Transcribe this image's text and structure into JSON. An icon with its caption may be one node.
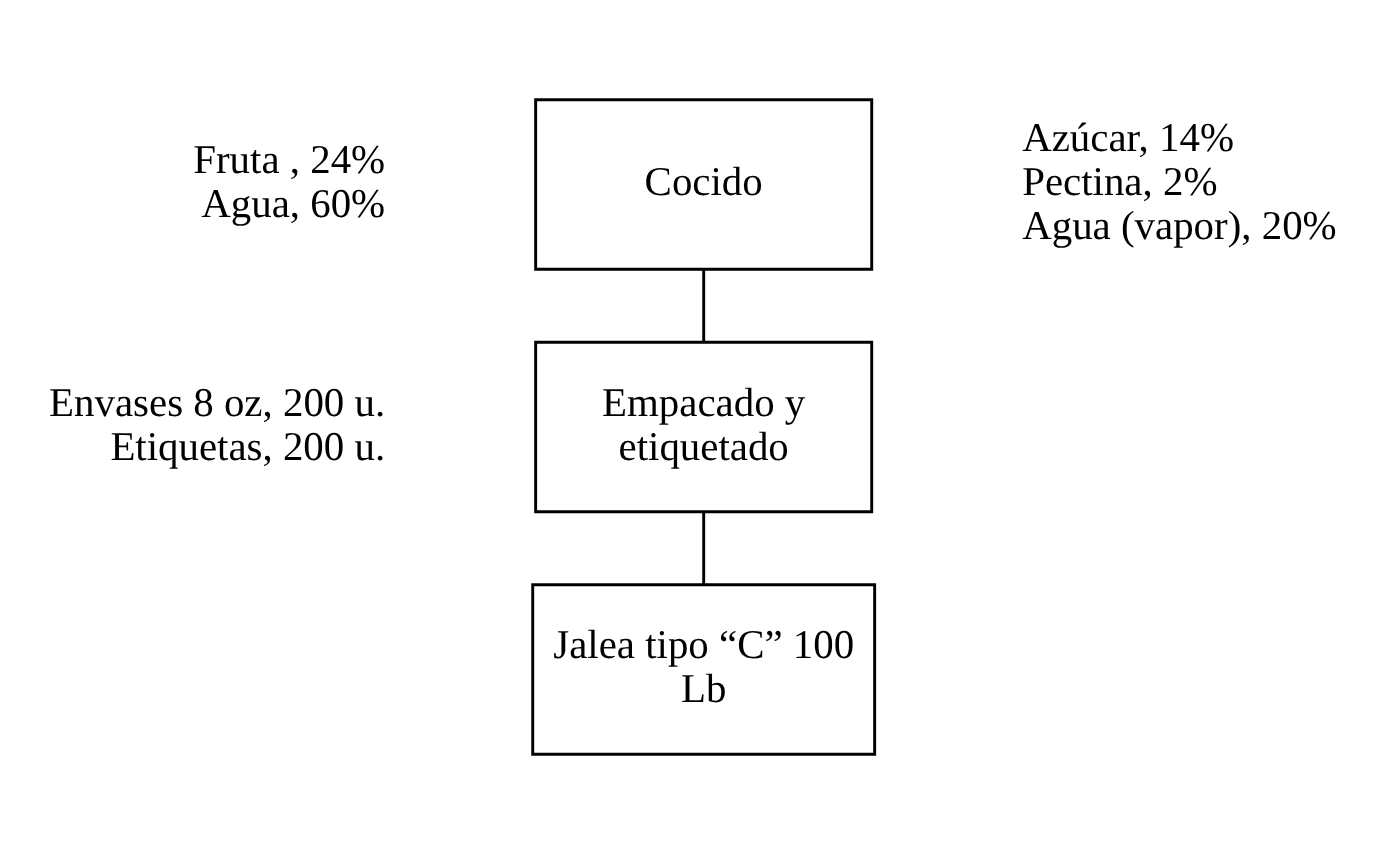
{
  "diagram": {
    "nodes": [
      {
        "text": [
          "Cocido"
        ],
        "beside": [
          "Fruta , 24%",
          "Agua, 60%",
          "Azúcar, 14%",
          "Pectina, 2%",
          "Agua (vapor), 20%"
        ]
      },
      {
        "text": [
          "Empacado y etiquetado"
        ],
        "beside": [
          "Envases 8 oz, 200 u.",
          "Etiquetas, 200 u."
        ]
      },
      {
        "text": [
          "Jalea tipo “C” 100 Lb"
        ]
      }
    ],
    "edges": [
      {
        "from": 0,
        "to": 1,
        "arrow": "none"
      },
      {
        "from": 1,
        "to": 2,
        "arrow": "none"
      }
    ]
  }
}
